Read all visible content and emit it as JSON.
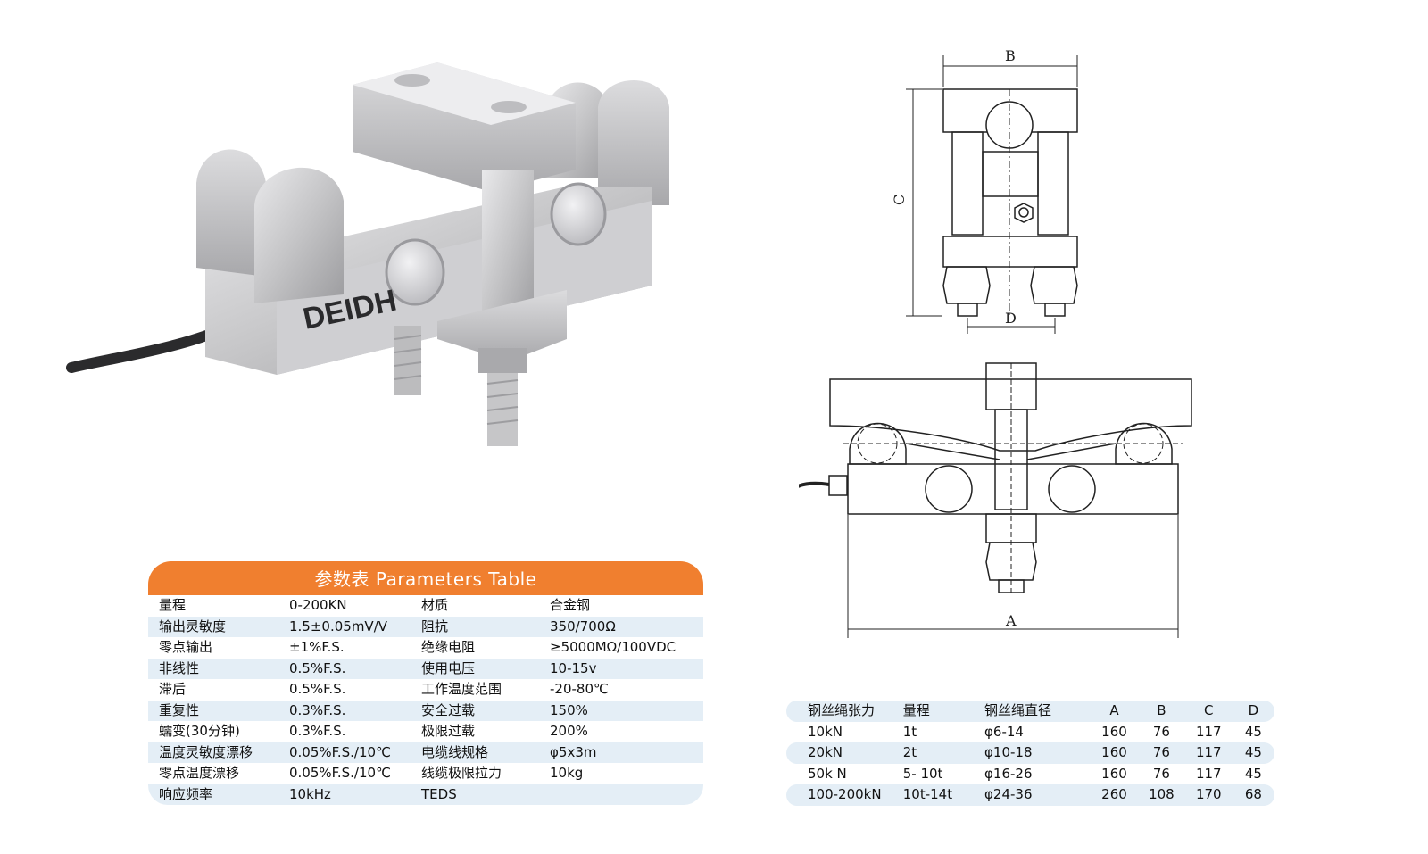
{
  "brand": {
    "logo_text": "DEIDH"
  },
  "drawing_labels": {
    "a": "A",
    "b": "B",
    "c": "C",
    "d": "D"
  },
  "parameters_table": {
    "title": "参数表 Parameters Table",
    "rows": [
      [
        "量程",
        "0-200KN",
        "材质",
        "合金钢"
      ],
      [
        "输出灵敏度",
        "1.5±0.05mV/V",
        "阻抗",
        "350/700Ω"
      ],
      [
        "零点输出",
        "±1%F.S.",
        "绝缘电阻",
        "≥5000MΩ/100VDC"
      ],
      [
        "非线性",
        "0.5%F.S.",
        "使用电压",
        "10-15v"
      ],
      [
        "滞后",
        "0.5%F.S.",
        "工作温度范围",
        "-20-80℃"
      ],
      [
        "重复性",
        "0.3%F.S.",
        "安全过载",
        "150%"
      ],
      [
        "蠕变(30分钟)",
        "0.3%F.S.",
        "极限过载",
        "200%"
      ],
      [
        "温度灵敏度漂移",
        "0.05%F.S./10℃",
        "电缆线规格",
        "φ5x3m"
      ],
      [
        "零点温度漂移",
        "0.05%F.S./10℃",
        "线缆极限拉力",
        "10kg"
      ],
      [
        "响应频率",
        "10kHz",
        "TEDS",
        ""
      ]
    ]
  },
  "spec_table": {
    "headers": [
      "钢丝绳张力",
      "量程",
      "钢丝绳直径",
      "A",
      "B",
      "C",
      "D"
    ],
    "rows": [
      [
        "10kN",
        "1t",
        "φ6-14",
        "160",
        "76",
        "117",
        "45"
      ],
      [
        "20kN",
        "2t",
        "φ10-18",
        "160",
        "76",
        "117",
        "45"
      ],
      [
        "50k N",
        "5- 10t",
        "φ16-26",
        "160",
        "76",
        "117",
        "45"
      ],
      [
        "100-200kN",
        "10t-14t",
        "φ24-36",
        "260",
        "108",
        "170",
        "68"
      ]
    ]
  },
  "colors": {
    "accent": "#f07f2f",
    "row_alt": "#e4eef6",
    "metal": "#c9c9cb"
  }
}
